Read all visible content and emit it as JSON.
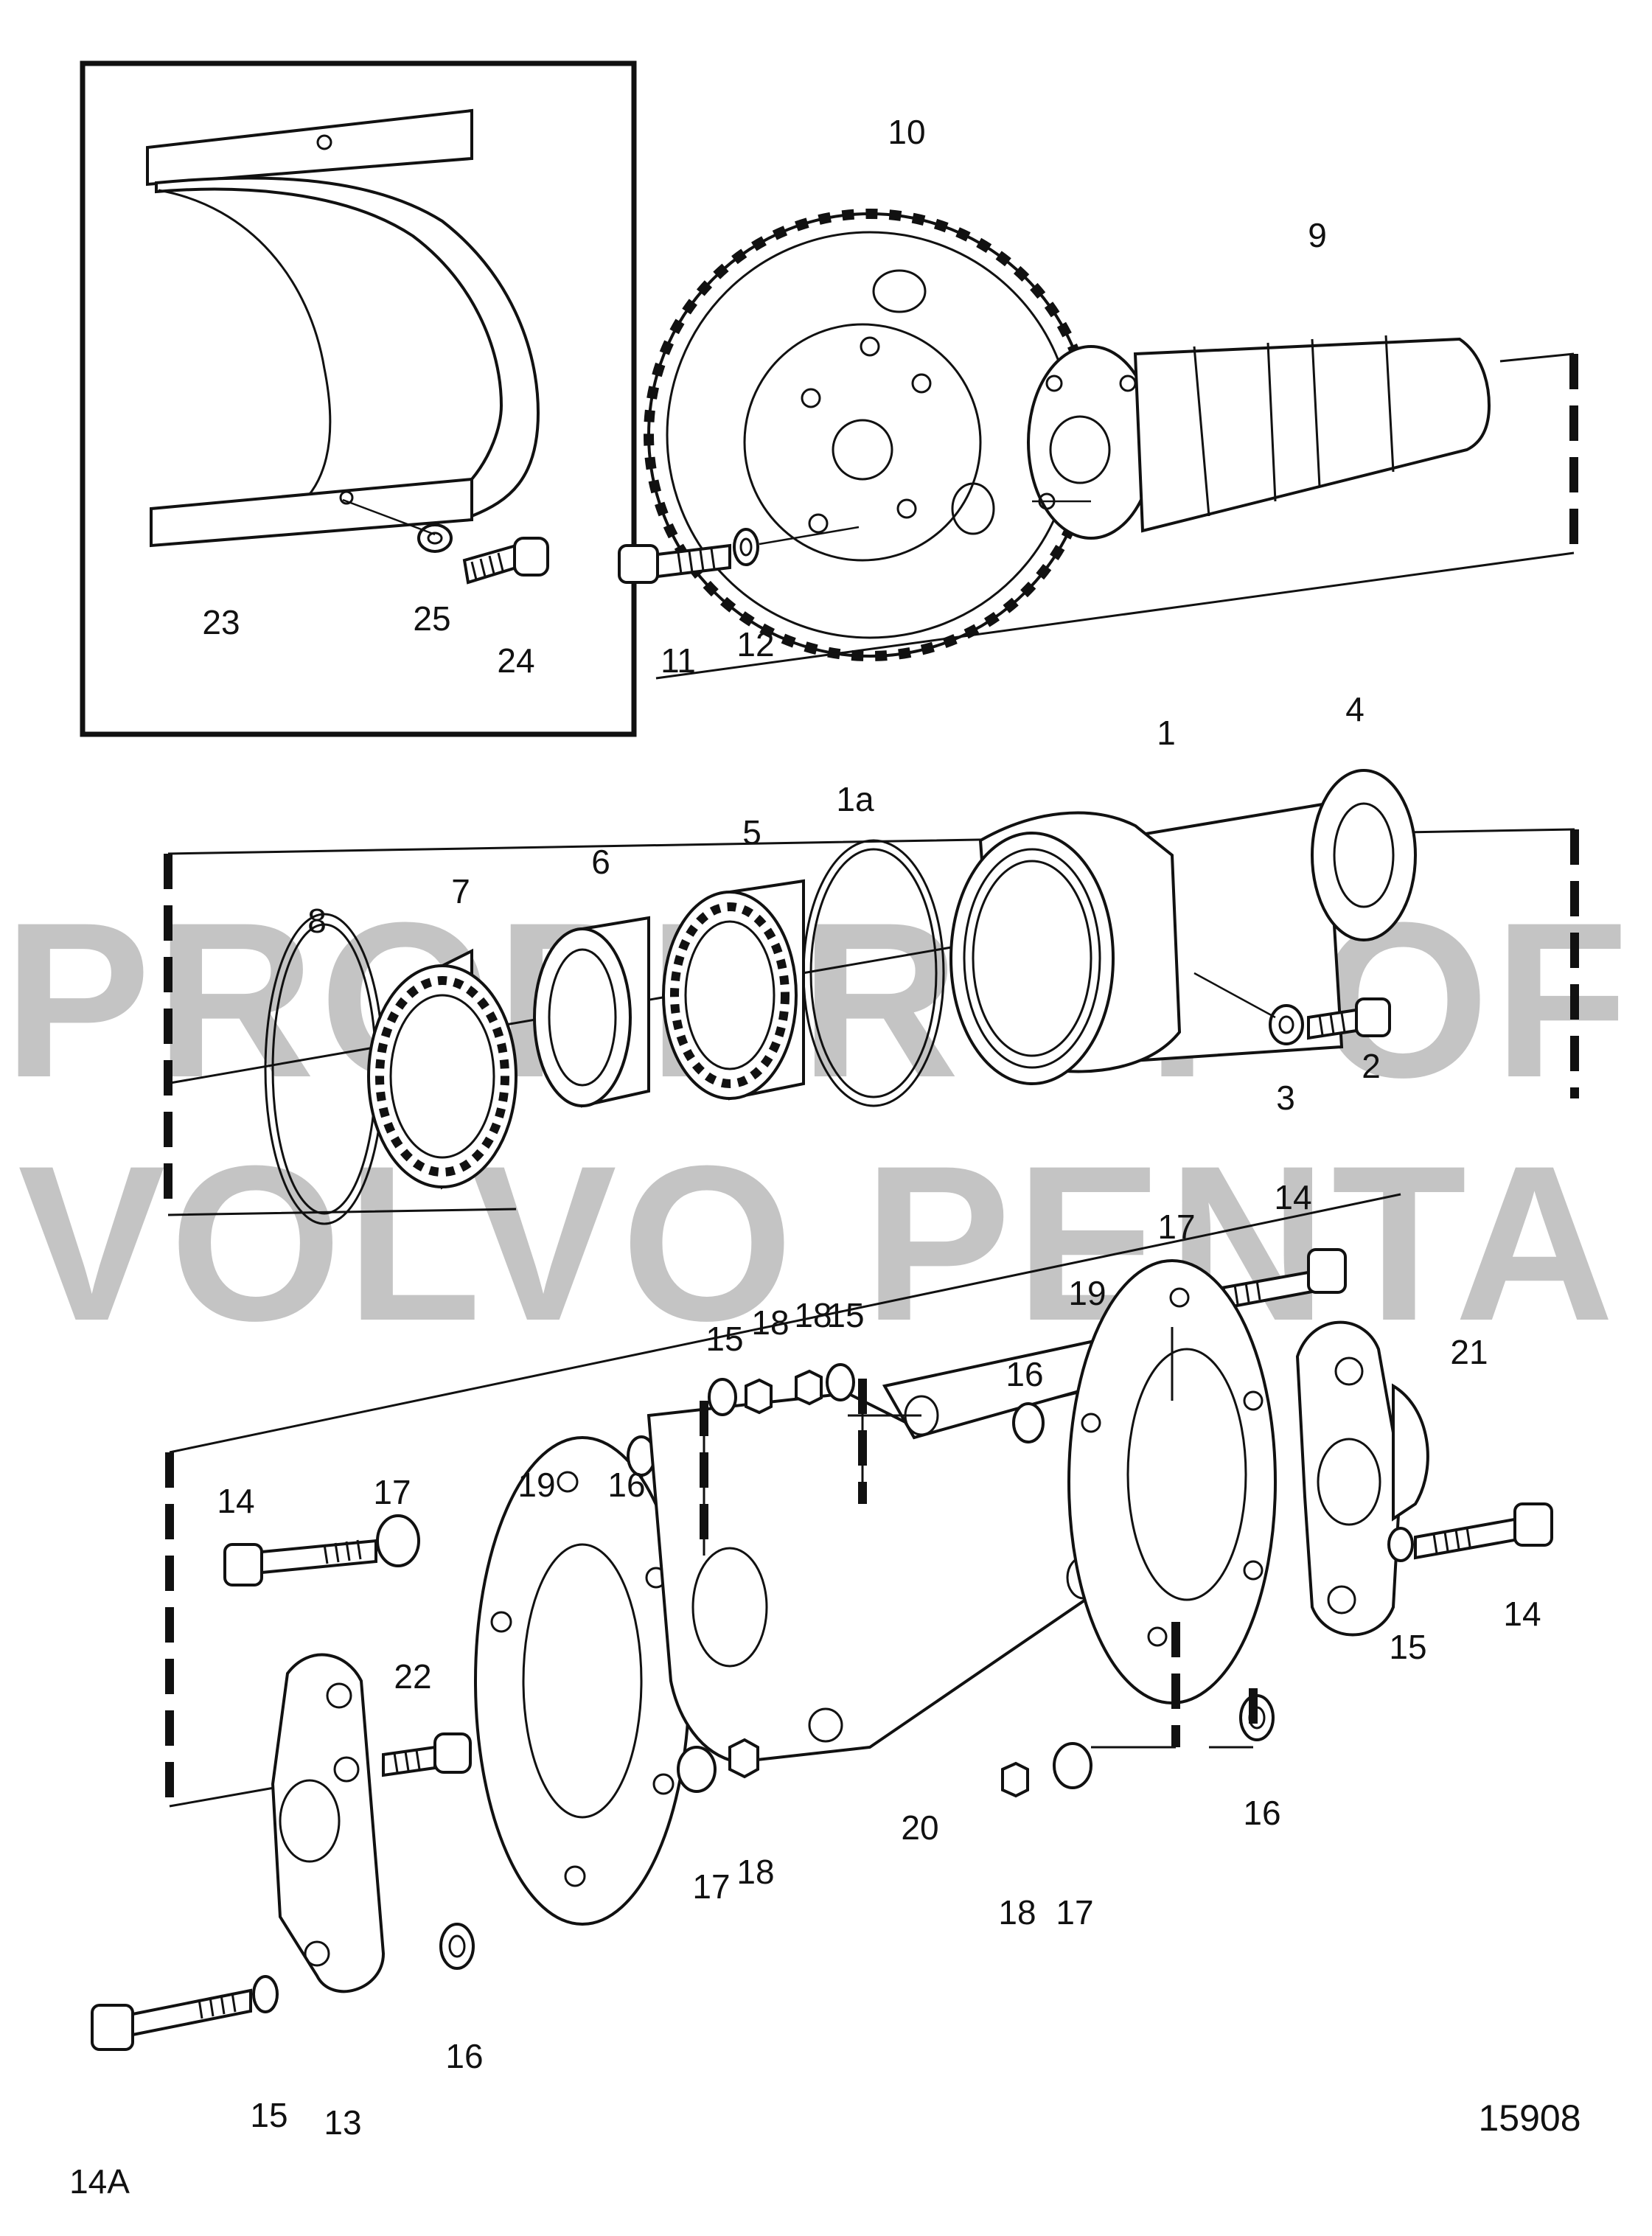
{
  "watermark": {
    "line1": "PROPERTY OF",
    "line2": "VOLVO PENTA",
    "color": "#c4c4c4"
  },
  "figure_number": "15908",
  "callouts": {
    "c1": "1",
    "c1a": "1a",
    "c2": "2",
    "c3": "3",
    "c4": "4",
    "c5": "5",
    "c6": "6",
    "c7": "7",
    "c8": "8",
    "c9": "9",
    "c10": "10",
    "c11": "11",
    "c12": "12",
    "c13": "13",
    "c14a": "14",
    "c14b": "14",
    "c14c": "14",
    "c14A": "14A",
    "c15a": "15",
    "c15b": "15",
    "c15c": "15",
    "c15d": "15",
    "c16a": "16",
    "c16b": "16",
    "c16c": "16",
    "c16d": "16",
    "c17a": "17",
    "c17b": "17",
    "c17c": "17",
    "c17d": "17",
    "c18a": "18",
    "c18b": "18",
    "c18c": "18",
    "c18d": "18",
    "c19a": "19",
    "c19b": "19",
    "c20": "20",
    "c21": "21",
    "c22": "22",
    "c23": "23",
    "c24": "24",
    "c25": "25"
  }
}
